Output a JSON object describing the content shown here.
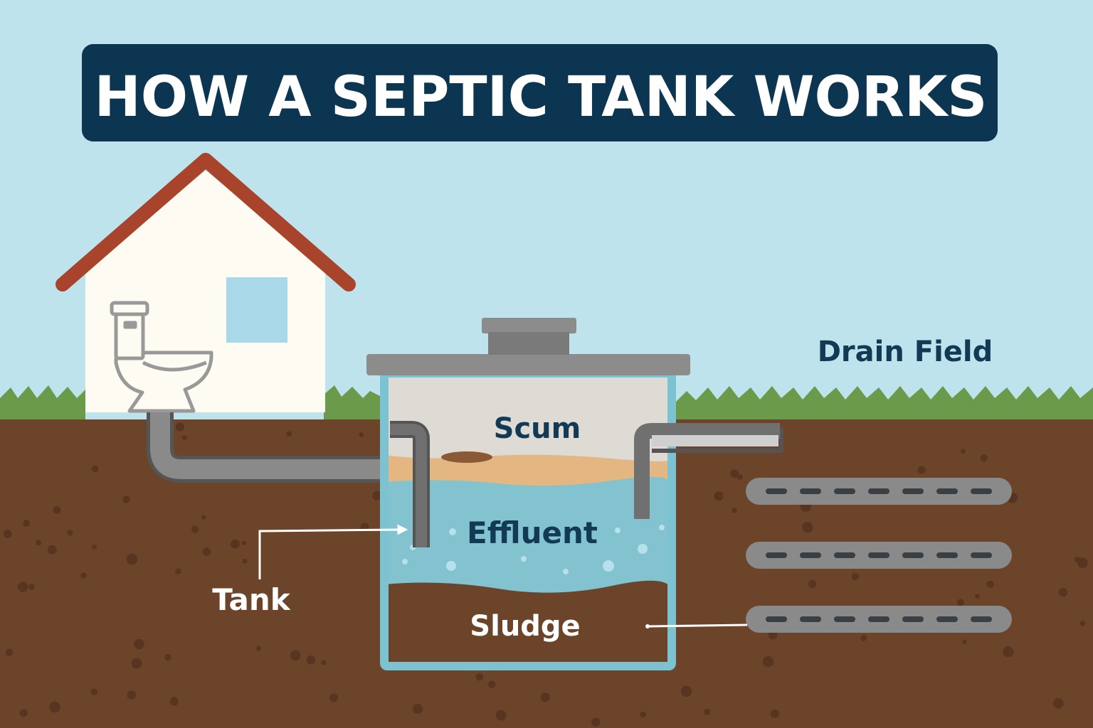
{
  "title": "HOW A SEPTIC TANK WORKS",
  "labels": {
    "scum": "Scum",
    "effluent": "Effluent",
    "sludge": "Sludge",
    "tank": "Tank",
    "drain_field": "Drain Field"
  },
  "colors": {
    "sky": "#bfe3ec",
    "title_bg": "#0b3550",
    "soil": "#6b4429",
    "grass": "#6a9a4a",
    "roof": "#a8442c",
    "pipe": "#8a8a8a",
    "scum_layer": "#dedad4",
    "fat_band": "#e3b682",
    "effluent_water": "#82c3cf",
    "tank_wall": "#7cc2d1"
  },
  "drain_pipes": 3
}
